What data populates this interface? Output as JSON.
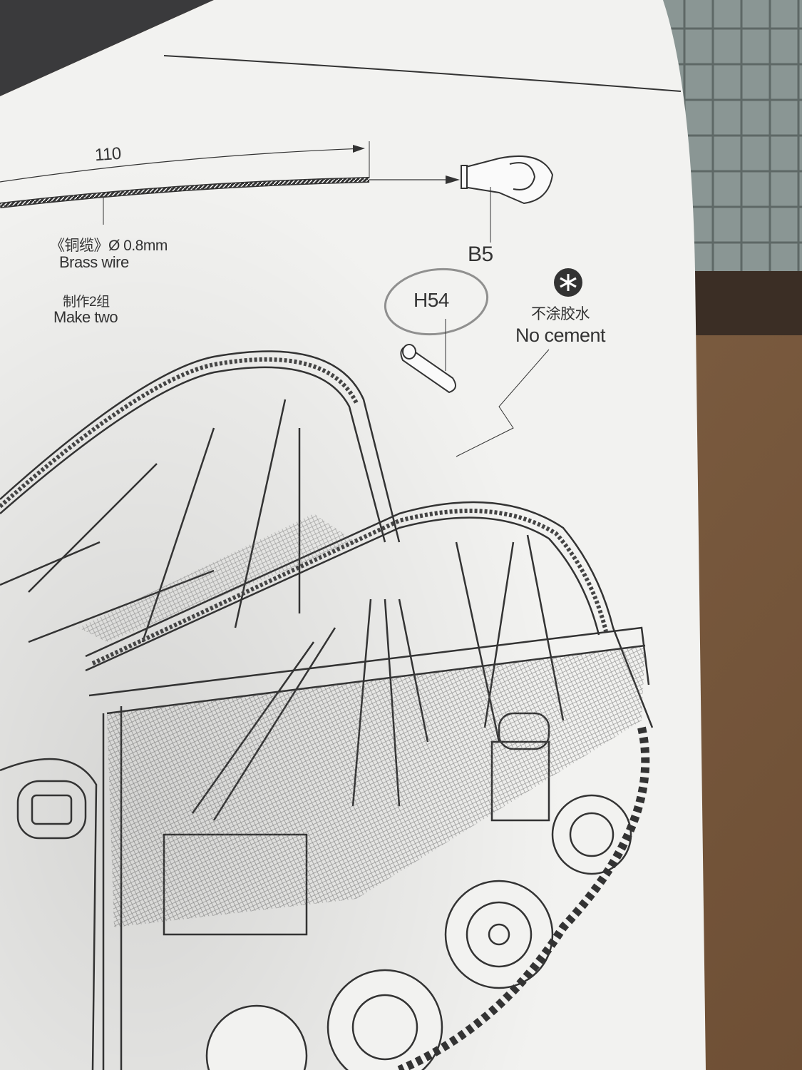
{
  "dimension": {
    "value": "110"
  },
  "wire": {
    "spec": "《铜缆》Ø 0.8mm",
    "name": "Brass wire"
  },
  "quantity": {
    "cn": "制作2组",
    "en": "Make two"
  },
  "parts": {
    "b5": "B5",
    "h54": "H54"
  },
  "no_cement": {
    "cn": "不涂胶水",
    "en": "No cement",
    "icon": "no-cement-icon"
  },
  "colors": {
    "paper": "#f2f2f0",
    "ink": "#333333",
    "wood": "#7a5a3e",
    "sprue": "#8a9694"
  }
}
